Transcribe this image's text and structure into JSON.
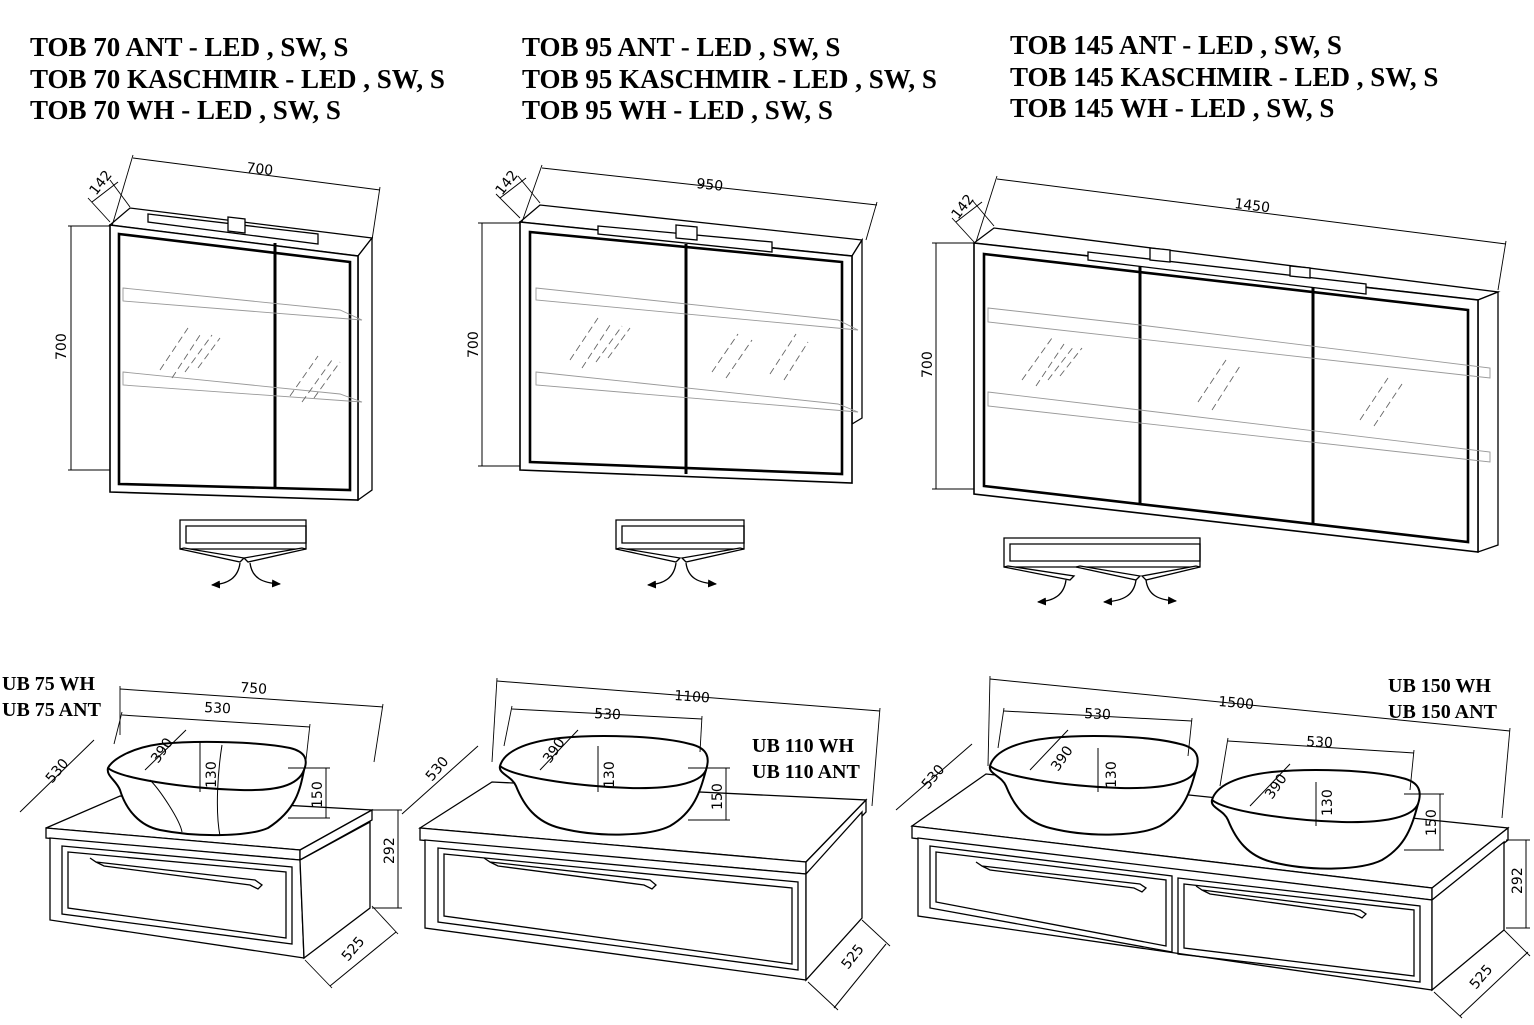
{
  "cabinets": [
    {
      "models": [
        "TOB 70 ANT - LED , SW, S",
        "TOB 70 KASCHMIR - LED , SW, S",
        "TOB 70 WH - LED , SW, S"
      ],
      "dims": {
        "width": "700",
        "depth": "142",
        "height": "700"
      }
    },
    {
      "models": [
        "TOB 95 ANT - LED , SW, S",
        "TOB 95 KASCHMIR - LED , SW, S",
        "TOB 95 WH - LED , SW, S"
      ],
      "dims": {
        "width": "950",
        "depth": "142",
        "height": "700"
      }
    },
    {
      "models": [
        "TOB 145 ANT  - LED , SW, S",
        "TOB 145 KASCHMIR - LED , SW, S",
        "TOB 145 WH - LED , SW, S"
      ],
      "dims": {
        "width": "1450",
        "depth": "142",
        "height": "700"
      }
    }
  ],
  "vanities": [
    {
      "models": [
        "UB 75 WH",
        "UB 75 ANT"
      ],
      "dims": {
        "width": "750",
        "depth": "530",
        "height": "292",
        "drawer_depth": "525",
        "basin_width": "530",
        "basin_depth": "390",
        "basin_inner_height": "130",
        "basin_height": "150"
      }
    },
    {
      "models": [
        "UB 110 WH",
        "UB 110 ANT"
      ],
      "dims": {
        "width": "1100",
        "depth": "530",
        "drawer_depth": "525",
        "basin_width": "530",
        "basin_depth": "390",
        "basin_inner_height": "130",
        "basin_height": "150"
      }
    },
    {
      "models": [
        "UB 150 WH",
        "UB 150 ANT"
      ],
      "dims": {
        "width": "1500",
        "depth": "530",
        "height": "292",
        "drawer_depth": "525",
        "basin1_width": "530",
        "basin1_depth": "390",
        "basin1_inner_height": "130",
        "basin2_width": "530",
        "basin2_depth": "390",
        "basin2_inner_height": "130",
        "basin2_height": "150"
      }
    }
  ]
}
